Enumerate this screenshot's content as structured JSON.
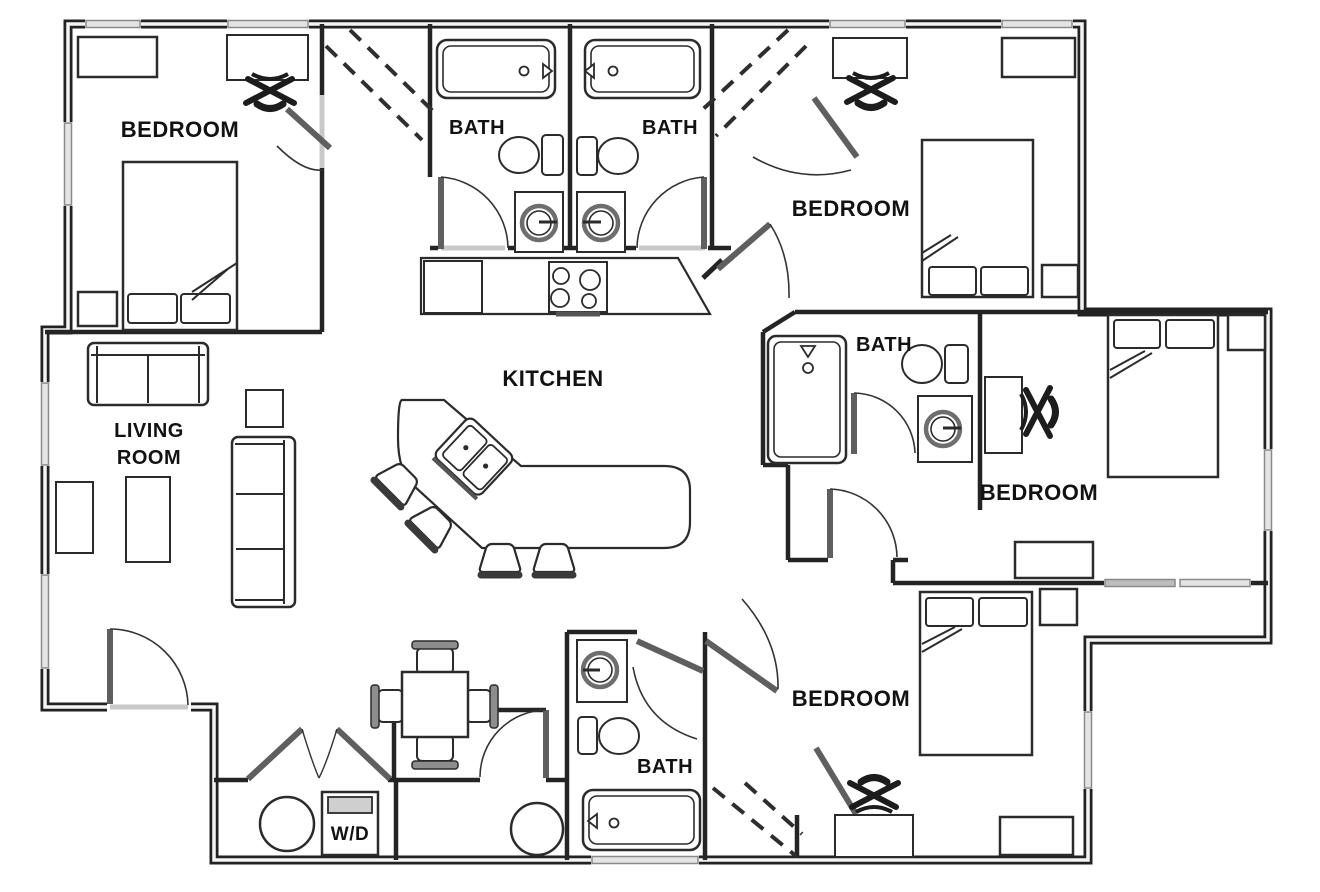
{
  "floor_plan": {
    "type": "apartment-floor-plan",
    "rooms": {
      "bedroom_top_left": "BEDROOM",
      "bath_top_left": "BATH",
      "bath_top_right": "BATH",
      "bedroom_top_right": "BEDROOM",
      "kitchen": "KITCHEN",
      "living_room_line1": "LIVING",
      "living_room_line2": "ROOM",
      "bath_middle_right": "BATH",
      "bedroom_middle_right": "BEDROOM",
      "bedroom_bottom": "BEDROOM",
      "bath_bottom": "BATH",
      "laundry": "W/D"
    },
    "fixtures": [
      "bed",
      "dresser",
      "nightstand",
      "desk",
      "desk-chair",
      "closet",
      "bathtub",
      "toilet",
      "sink-vanity",
      "kitchen-island",
      "island-sink",
      "stove",
      "refrigerator",
      "bar-stool",
      "washer-dryer",
      "water-heater",
      "sofa",
      "loveseat",
      "end-table",
      "coffee-table",
      "tv-console",
      "dining-table",
      "dining-chair",
      "door",
      "window"
    ],
    "colors": {
      "background": "#ffffff",
      "wall": "#222222",
      "fixture_line": "#2b2b2b",
      "window_fill": "#e4e4e4",
      "window_stroke": "#8a8a8a",
      "door_leaf": "#5f5f5f",
      "threshold": "#c9c9c9",
      "label": "#121212"
    }
  }
}
